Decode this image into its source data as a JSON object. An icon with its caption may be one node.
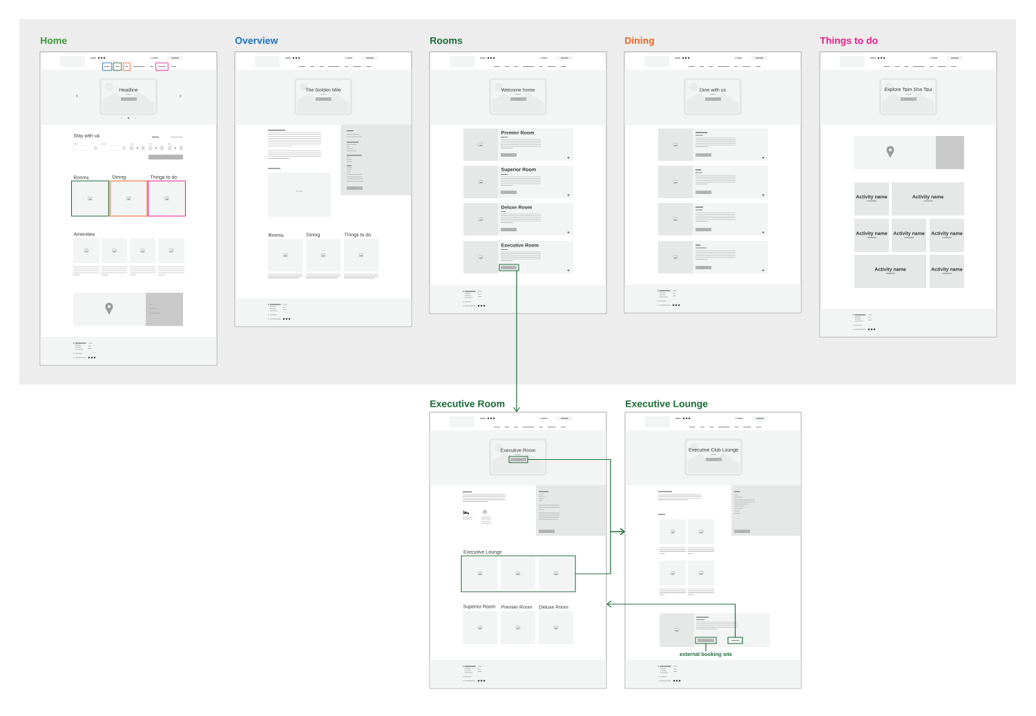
{
  "diagram": {
    "nodes": [
      {
        "text": [
          "Home"
        ]
      },
      {
        "text": [],
        "shape": "box",
        "in": 0
      },
      {
        "text": [],
        "shape": "box",
        "in": 0
      },
      {
        "text": [],
        "shape": "box",
        "in": 0
      },
      {
        "text": [],
        "shape": "box",
        "in": 0
      },
      {
        "text": [
          "Rooms"
        ],
        "in": 0
      },
      {
        "text": [
          "Dining"
        ],
        "in": 0
      },
      {
        "text": [
          "Things to do"
        ],
        "in": 0
      },
      {
        "text": [
          "Overview"
        ]
      },
      {
        "text": [
          "Rooms"
        ]
      },
      {
        "text": [],
        "shape": "box",
        "in": 9
      },
      {
        "text": [
          "Dining"
        ]
      },
      {
        "text": [
          "Things to do"
        ]
      },
      {
        "text": [
          "Executive Room"
        ]
      },
      {
        "text": [],
        "shape": "box",
        "in": 13
      },
      {
        "text": [
          "Executive Lounge"
        ],
        "in": 13
      },
      {
        "text": [
          "Executive Lounge"
        ]
      },
      {
        "text": [],
        "shape": "box",
        "in": 16
      },
      {
        "text": [],
        "shape": "box",
        "in": 16
      },
      {
        "text": [
          "external booking site"
        ],
        "in": 16
      }
    ],
    "edges": [
      {
        "from": 10,
        "to": 13,
        "arrow": "to"
      },
      {
        "from": 14,
        "to": 16,
        "arrow": "to"
      },
      {
        "from": 15,
        "to": 16,
        "arrow": "to"
      },
      {
        "from": 18,
        "to": 13,
        "arrow": "to"
      },
      {
        "from": 19,
        "to": 17,
        "arrow": "none"
      }
    ],
    "labels": [
      "Headline",
      "Stay with us",
      "Amenities",
      "The Golden Mile",
      "Rooms",
      "Dining",
      "Things to do",
      "Welcome home",
      "Premier Room",
      "Superior Room",
      "Deluxe Room",
      "Executive Room",
      "Dine with us",
      "Explore Tsim Sha Tsui",
      "Activity name",
      "Activity name",
      "Activity name",
      "Activity name",
      "Activity name",
      "Activity name",
      "Activity name",
      "Executive Room",
      "Superior Room",
      "Premier Room",
      "Deluxe Room",
      "Executive Club Lounge"
    ]
  }
}
